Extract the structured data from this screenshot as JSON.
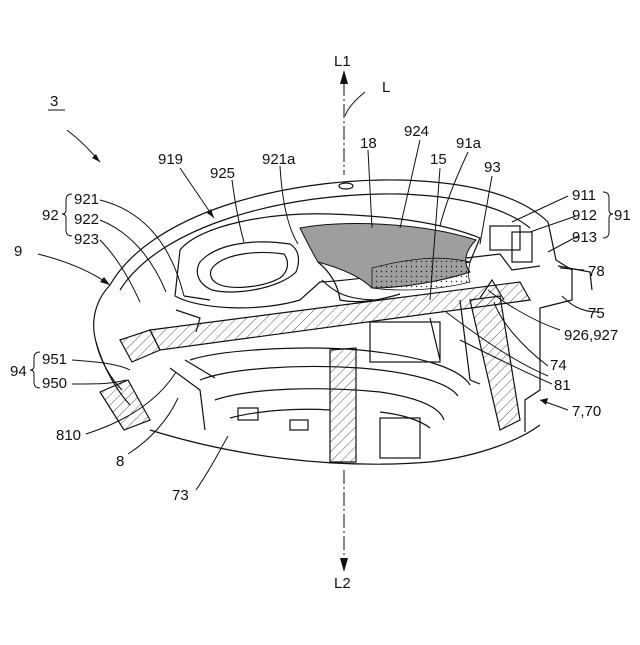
{
  "labels": {
    "fig": "3",
    "l1": "L1",
    "l": "L",
    "l2": "L2",
    "n924": "924",
    "n91a": "91a",
    "n18": "18",
    "n15": "15",
    "n93": "93",
    "n921a": "921a",
    "n919": "919",
    "n925": "925",
    "n911": "911",
    "n912": "912",
    "n913": "913",
    "n91": "91",
    "n92": "92",
    "n921": "921",
    "n922": "922",
    "n923": "923",
    "n9": "9",
    "n78": "78",
    "n75": "75",
    "n926": "926,927",
    "n74": "74",
    "n81": "81",
    "n94": "94",
    "n951": "951",
    "n950": "950",
    "n810": "810",
    "n8": "8",
    "n770": "7,70",
    "n73": "73"
  }
}
